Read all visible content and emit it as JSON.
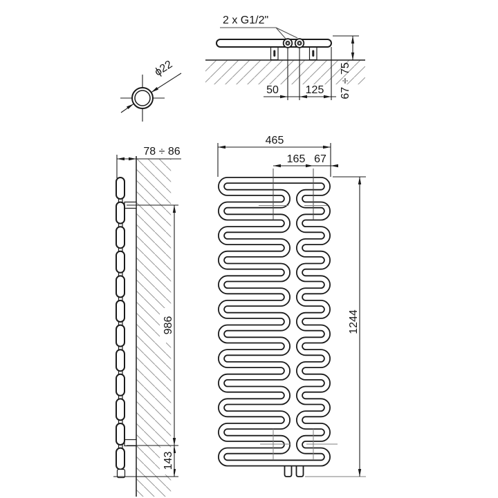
{
  "page": {
    "background": "#ffffff",
    "line_color": "#1a1a1a",
    "centerline_color": "#7d7d7d",
    "hatch_color": "#979797"
  },
  "top_view": {
    "connection_label": "2 x G1/2\"",
    "dim_connection_spacing": "50",
    "dim_connection_to_edge": "125",
    "dim_wall_distance": "67 ÷ 75"
  },
  "tube_detail": {
    "dim_tube_diameter": "ϕ22"
  },
  "side_view": {
    "dim_wall_clearance": "78 ÷ 86",
    "dim_bracket_span": "986",
    "dim_bracket_to_bottom": "143"
  },
  "front_view": {
    "dim_width": "465",
    "dim_bracket_spacing": "165",
    "dim_bracket_to_edge": "67",
    "dim_height": "1244"
  }
}
